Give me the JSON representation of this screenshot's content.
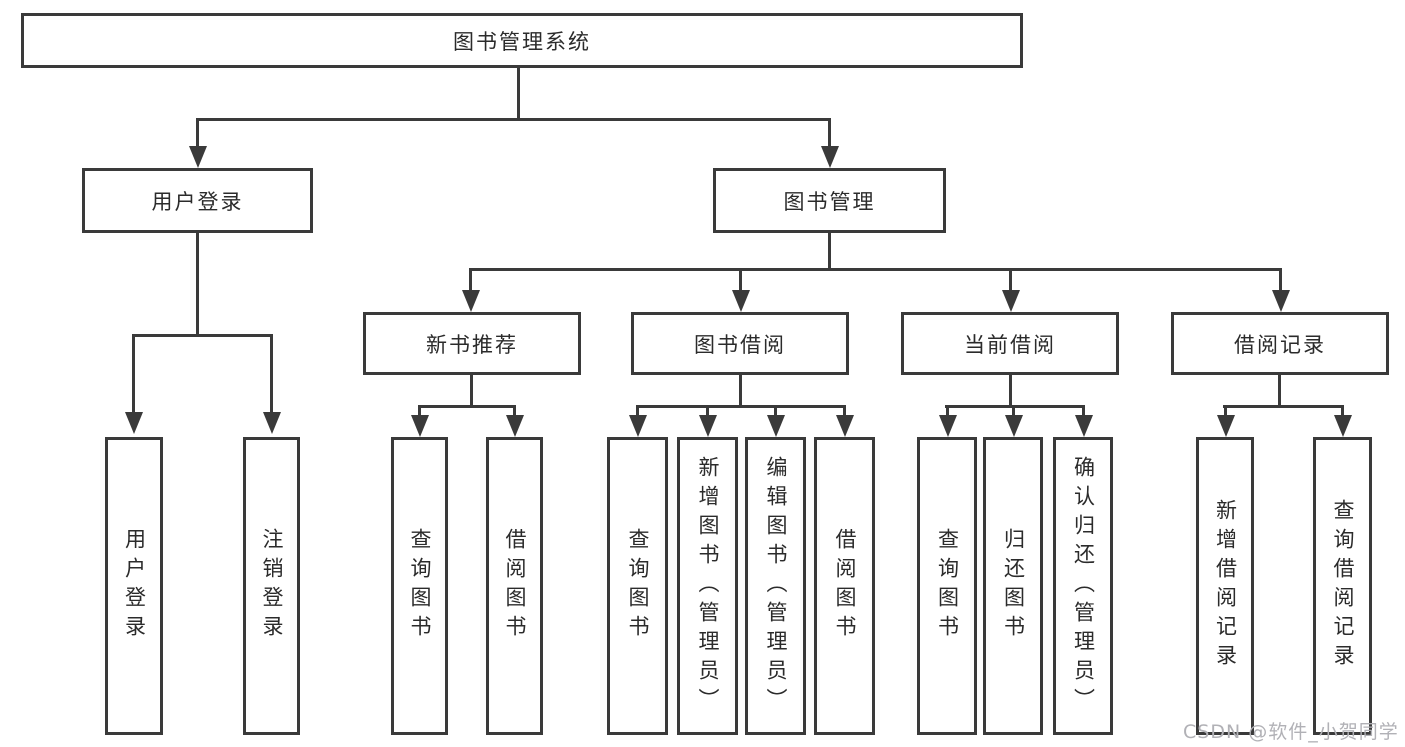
{
  "colors": {
    "line": "#3a3a3a",
    "text": "#2b2b2b",
    "watermark": "#b1b1b6",
    "background": "#ffffff"
  },
  "root": {
    "label": "图书管理系统"
  },
  "branches": [
    {
      "label": "用户登录",
      "children": [
        {
          "label": "用户登录"
        },
        {
          "label": "注销登录"
        }
      ]
    },
    {
      "label": "图书管理",
      "children": [
        {
          "label": "新书推荐",
          "children": [
            {
              "label": "查询图书"
            },
            {
              "label": "借阅图书"
            }
          ]
        },
        {
          "label": "图书借阅",
          "children": [
            {
              "label": "查询图书"
            },
            {
              "label": "新增图书（管理员）"
            },
            {
              "label": "编辑图书（管理员）"
            },
            {
              "label": "借阅图书"
            }
          ]
        },
        {
          "label": "当前借阅",
          "children": [
            {
              "label": "查询图书"
            },
            {
              "label": "归还图书"
            },
            {
              "label": "确认归还（管理员）"
            }
          ]
        },
        {
          "label": "借阅记录",
          "children": [
            {
              "label": "新增借阅记录"
            },
            {
              "label": "查询借阅记录"
            }
          ]
        }
      ]
    }
  ],
  "watermark": {
    "text": "CSDN @软件_小贺同学"
  }
}
